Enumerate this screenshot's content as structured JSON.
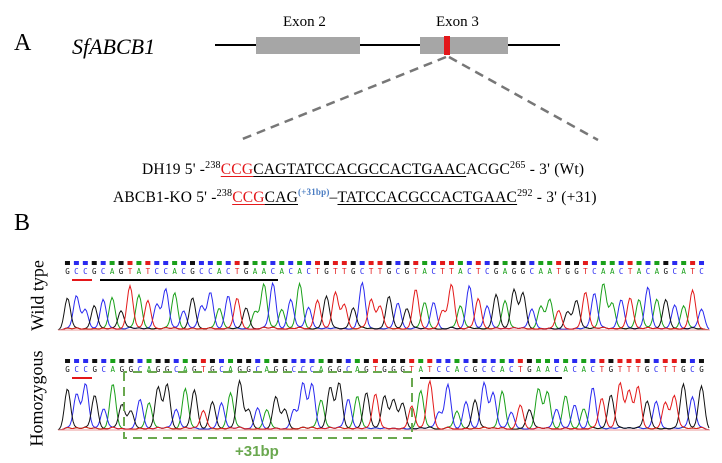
{
  "panelA": {
    "letter": "A",
    "gene": "SfABCB1",
    "exon2": "Exon 2",
    "exon3": "Exon 3",
    "rows": [
      {
        "label": "DH19",
        "p5": "5' -",
        "start": "238",
        "pam": "CCG",
        "seqA": "CAGTATCCACGCCACTGAAC",
        "seqB": "ACGC",
        "end": "265",
        "p3": "- 3'",
        "note": "(Wt)"
      },
      {
        "label": "ABCB1-KO",
        "p5": "5' -",
        "start": "238",
        "pam": "CCG",
        "seqA": "CAG",
        "ins": "(+31bp)",
        "dash": "–",
        "seqB": "TATCCACGCCACTGAAC",
        "end": "292",
        "p3": "- 3'",
        "note": "(+31)"
      }
    ]
  },
  "panelB": {
    "letter": "B",
    "wt_label": "Wild type",
    "homo_label": "Homozygous",
    "wt_bases": "GCCGCAGTATCCACGCCACTGAACACACTGTTGCTTGCGTACTTACTCGAGGCAATGGTCAACTACAGCATC",
    "homo_bases": "GCCGCAGGCAGGCAGTGCAGGCAGGCCCAGGCAGTGGGTATCCACGCCACTGAACACACTGTTTGCTTGCG",
    "ins_label": "+31bp"
  },
  "colors": {
    "A": "#1aa01a",
    "C": "#2a2af0",
    "G": "#111111",
    "T": "#e31a1a",
    "exon": "#a6a6a6",
    "site": "#e3171a",
    "insertion": "#6aa84f"
  }
}
